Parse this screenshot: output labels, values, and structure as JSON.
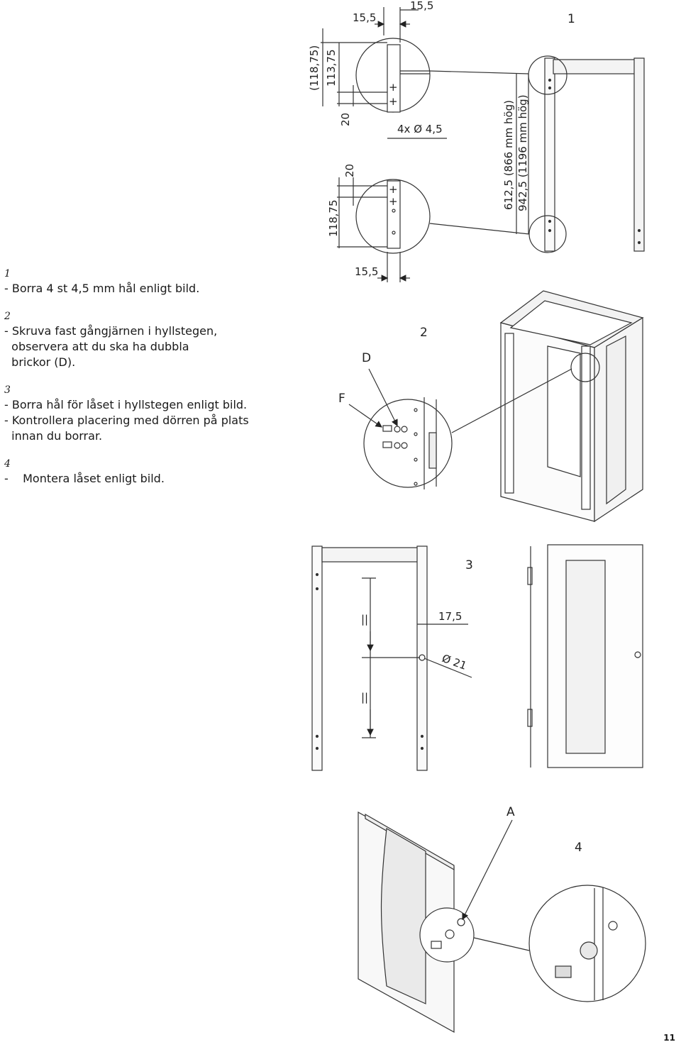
{
  "steps": [
    {
      "number": "1",
      "lines": [
        "- Borra 4 st 4,5 mm hål enligt bild."
      ]
    },
    {
      "number": "2",
      "lines": [
        "- Skruva fast gångjärnen i hyllstegen,",
        "  observera att du ska ha dubbla",
        "  brickor (D)."
      ]
    },
    {
      "number": "3",
      "lines": [
        "- Borra hål för låset i hyllstegen enligt bild.",
        "- Kontrollera placering med dörren på plats",
        "  innan du borrar."
      ]
    },
    {
      "number": "4",
      "lines": [
        "-    Montera låset enligt bild."
      ]
    }
  ],
  "figure1": {
    "label": "1",
    "dim_top_a": "15,5",
    "dim_top_b": "15,5",
    "dim_total": "(118,75)",
    "dim_113": "113,75",
    "dim_20_top": "20",
    "holes": "4x Ø 4,5",
    "dim_20_bottom": "20",
    "dim_118": "118,75",
    "dim_bottom": "15,5",
    "height_a": "612,5 (866 mm hög)",
    "height_b": "942,5 (1196 mm hög)"
  },
  "figure2": {
    "label": "2",
    "callout_d": "D",
    "callout_f": "F"
  },
  "figure3": {
    "label": "3",
    "dim_offset": "17,5",
    "dim_diameter": "Ø 21",
    "equal_a": "||",
    "equal_b": "||"
  },
  "figure4": {
    "label": "4",
    "callout_a": "A"
  },
  "page_number": "11"
}
